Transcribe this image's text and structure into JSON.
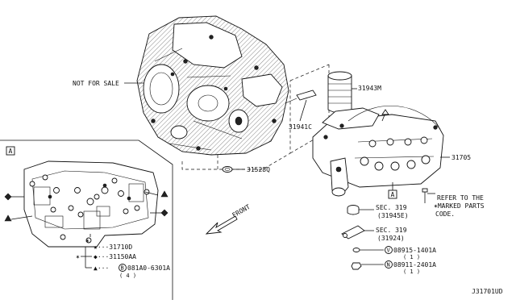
{
  "diagram": {
    "not_for_sale": "NOT FOR SALE",
    "front": "FRONT",
    "section_marker": "A",
    "diagram_id": "J31701UD",
    "callouts": {
      "p31943m": "31943M",
      "p31941c": "31941C",
      "p31528q": "31528Q",
      "p31705": "31705",
      "sec319_a": "SEC. 319",
      "sec319_a_sub": "(31945E)",
      "sec319_b": "SEC. 319",
      "sec319_b_sub": "(31924)",
      "bolt_v": "08915-1401A",
      "bolt_v_qty": "( 1 )",
      "bolt_n": "08911-2401A",
      "bolt_n_qty": "( 1 )",
      "refer_1": "REFER TO THE",
      "refer_2": "✶MARKED PARTS",
      "refer_3": "CODE."
    },
    "circle_letters": {
      "v": "V",
      "n": "N",
      "b": "B"
    },
    "legend": {
      "row1": "★···31710D",
      "row2": "◆···31150AA",
      "row3_code": "081A0-6301A",
      "row3_qty": "( 4 )",
      "row3_prefix": "▲···",
      "asterisk": "✶"
    }
  }
}
